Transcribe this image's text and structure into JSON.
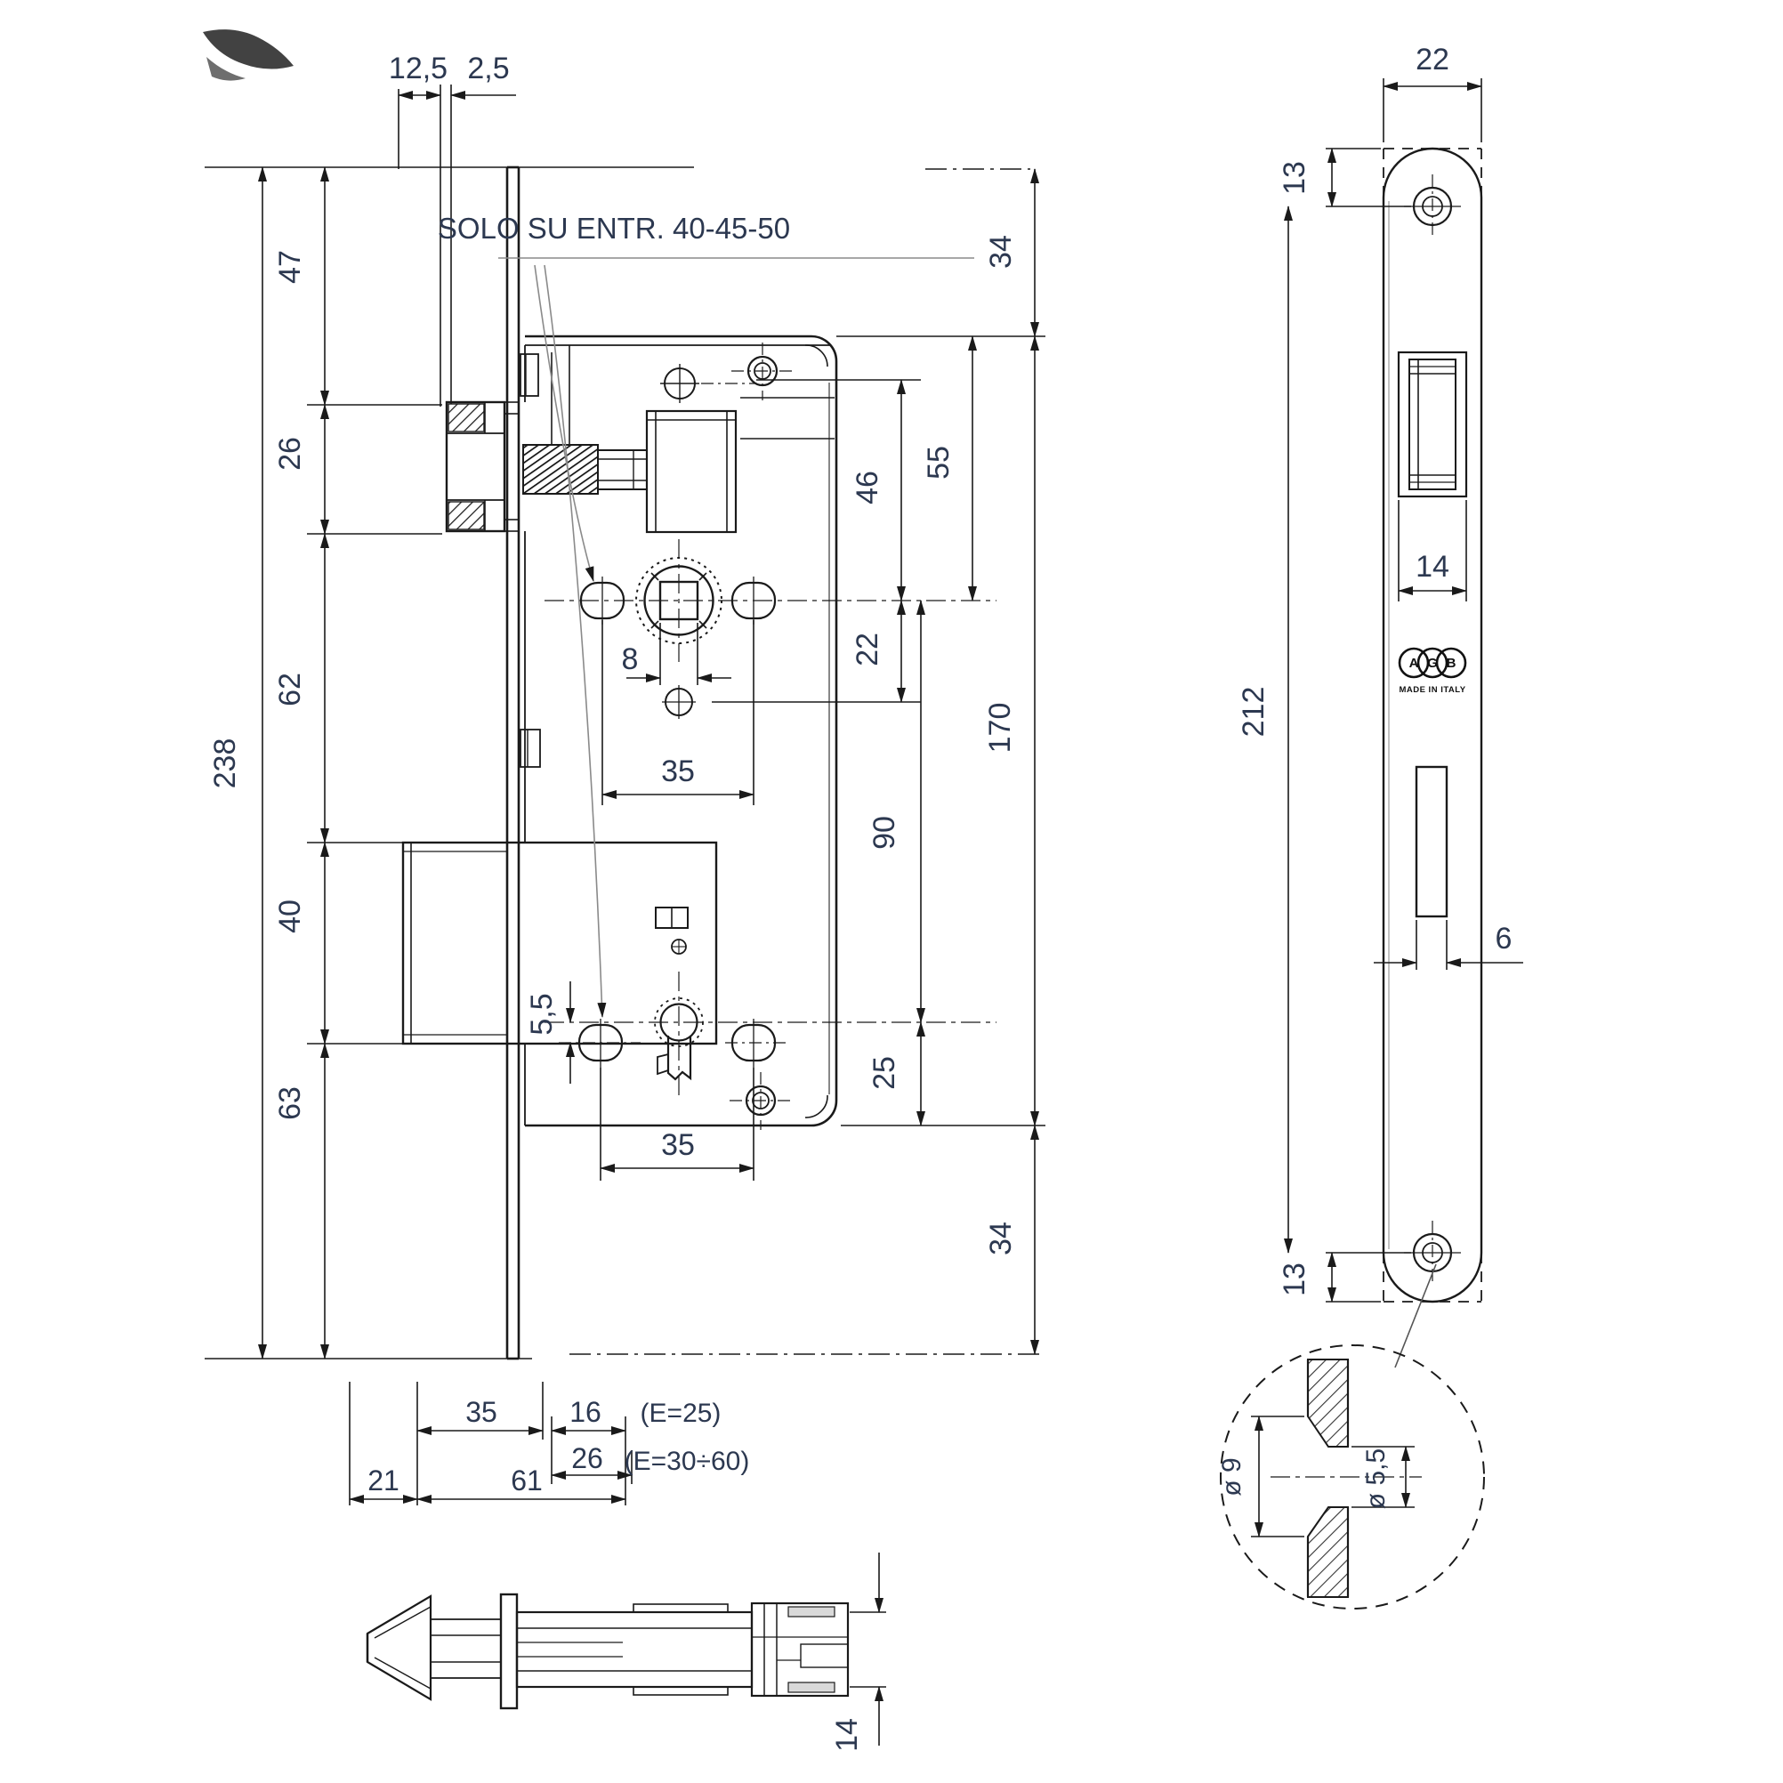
{
  "drawing": {
    "title": "SOLO SU ENTR. 40-45-50",
    "logo": {
      "letters": [
        "A",
        "G",
        "B"
      ],
      "caption": "MADE IN ITALY"
    },
    "dims": {
      "top_plate": "12,5",
      "top_gap": "2,5",
      "left_47": "47",
      "left_26": "26",
      "left_62": "62",
      "left_238": "238",
      "left_40": "40",
      "left_63": "63",
      "right_34_top": "34",
      "right_55": "55",
      "right_46": "46",
      "right_22": "22",
      "right_170": "170",
      "right_90": "90",
      "right_25": "25",
      "right_34_bottom": "34",
      "body_8": "8",
      "body_35_top": "35",
      "body_5_5": "5,5",
      "body_35_bottom": "35",
      "bottom_35": "35",
      "bottom_16": "16",
      "bottom_26": "26",
      "bottom_21": "21",
      "bottom_61": "61",
      "e_25": "(E=25)",
      "e_30_60": "(E=30÷60)",
      "plate_22": "22",
      "plate_13_top": "13",
      "plate_212": "212",
      "plate_14": "14",
      "plate_6": "6",
      "plate_13_bottom": "13",
      "detail_d9": "ø 9",
      "detail_d5_5": "ø 5,5",
      "side_14": "14"
    }
  }
}
